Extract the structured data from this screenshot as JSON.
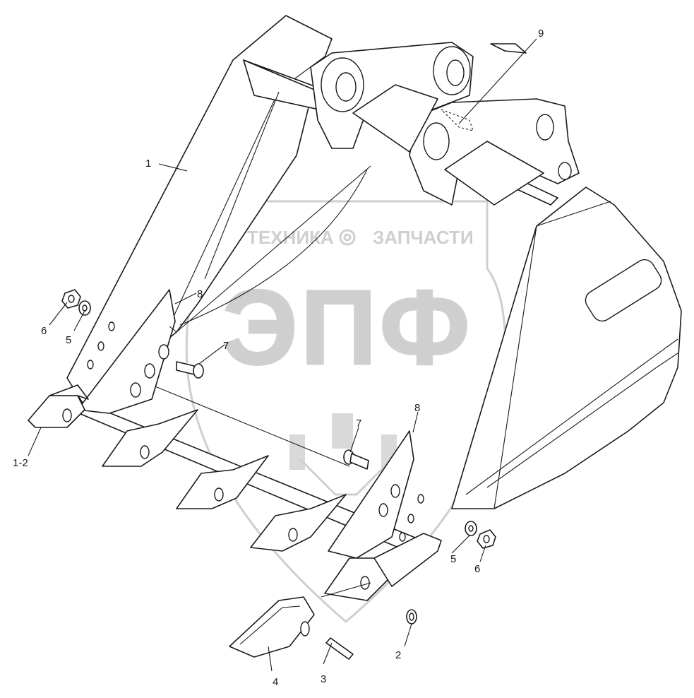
{
  "watermark": {
    "top_line_left": "ТЕХНИКА",
    "top_line_right": "ЗАПЧАСТИ",
    "logo_letters": "ЭПФ"
  },
  "callouts": {
    "frame": "1",
    "retainer_lower": "2",
    "pin_lower": "3",
    "tooth_lower": "4",
    "washer_left": "5",
    "nut_left": "6",
    "washer_right": "5",
    "nut_right": "6",
    "bolt_left": "7",
    "bolt_right": "7",
    "side_cutter_left": "8",
    "side_cutter_right": "8",
    "plate_top": "9",
    "adapter_tooth": "1-2"
  },
  "colors": {
    "line": "#1a1a1a",
    "watermark": "#cfcfcf",
    "background": "#ffffff"
  }
}
